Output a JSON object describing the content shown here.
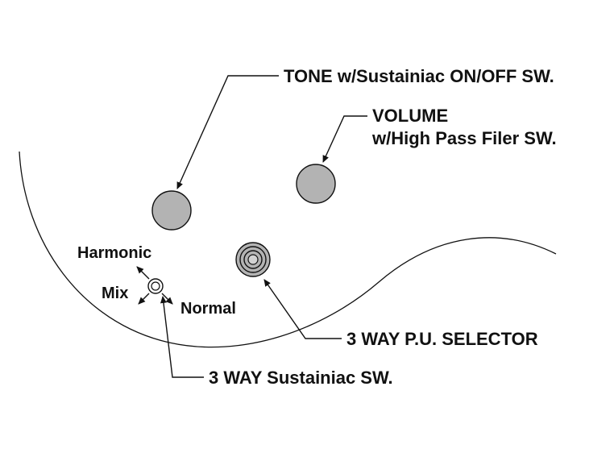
{
  "labels": {
    "tone": "TONE w/Sustainiac ON/OFF SW.",
    "volume_line1": "VOLUME",
    "volume_line2": "w/High Pass Filer SW.",
    "selector": "3 WAY P.U. SELECTOR",
    "sustainiac_switch": "3 WAY Sustainiac SW.",
    "harmonic": "Harmonic",
    "mix": "Mix",
    "normal": "Normal"
  },
  "colors": {
    "line": "#111111",
    "knob_fill": "#b3b3b3",
    "background": "#ffffff"
  }
}
